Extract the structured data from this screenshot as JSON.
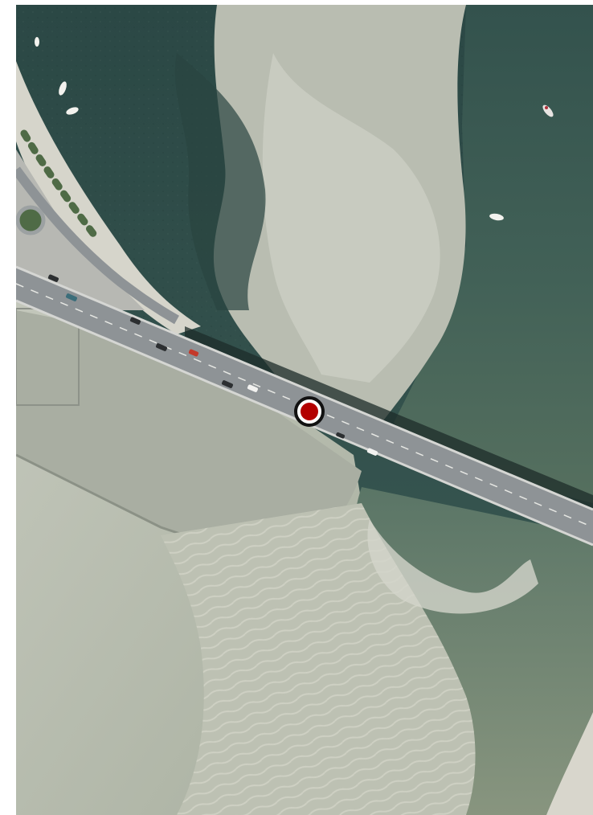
{
  "map": {
    "type": "aerial-imagery",
    "colors": {
      "deep_water": "#2e4a47",
      "shallow_water": "#6b8477",
      "sand_flat": "#b8bdb0",
      "tidal_sand": "#c9ccc0",
      "road": "#8e9396",
      "quay": "#d8d6cc",
      "vegetation": "#4f6b46"
    },
    "features": [
      "waterway",
      "sandbank",
      "bridge-road",
      "coastal-road",
      "roundabout",
      "moored-boats",
      "vehicles"
    ]
  },
  "marker": {
    "icon": "location-pin-icon",
    "outer_color": "#111111",
    "inner_color": "#b30000"
  }
}
